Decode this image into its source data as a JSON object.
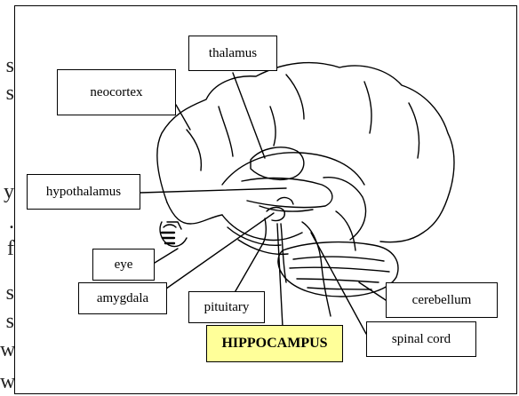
{
  "left_fragments": [
    "s",
    "s",
    "y",
    ".",
    "f",
    "s",
    "s",
    "w",
    "w"
  ],
  "labels": {
    "thalamus": "thalamus",
    "neocortex": "neocortex",
    "hypothalamus": "hypothalamus",
    "eye": "eye",
    "amygdala": "amygdala",
    "pituitary": "pituitary",
    "cerebellum": "cerebellum",
    "hippocampus": "HIPPOCAMPUS",
    "spinal_cord": "spinal cord"
  },
  "colors": {
    "highlight": "#ffff99",
    "stroke": "#000000"
  }
}
